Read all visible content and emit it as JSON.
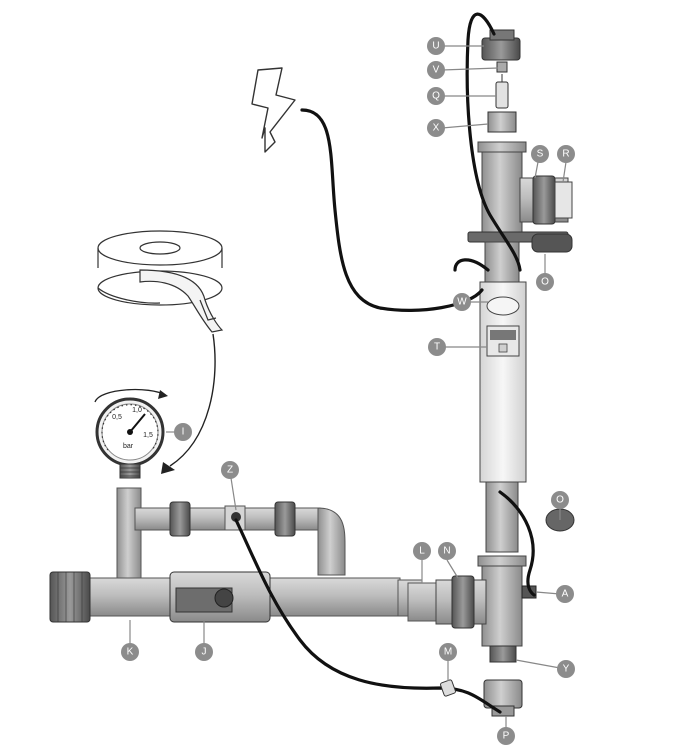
{
  "colors": {
    "callout": "#8c8c8c",
    "pipe": "#b9b9b9",
    "pipe_dark": "#7d7d7d",
    "cable": "#111111",
    "body_light": "#efefef"
  },
  "callouts": {
    "U": "U",
    "V": "V",
    "Q": "Q",
    "X": "X",
    "S": "S",
    "R": "R",
    "O_top": "O",
    "W": "W",
    "T": "T",
    "O_bottom": "O",
    "A": "A",
    "N": "N",
    "L": "L",
    "Y": "Y",
    "M": "M",
    "P": "P",
    "I": "I",
    "Z": "Z",
    "K": "K",
    "J": "J"
  },
  "gauge": {
    "unit": "bar",
    "ticks": [
      "0,5",
      "1,0",
      "1,5"
    ]
  },
  "icons": [
    "lightning-icon",
    "teflon-tape-icon",
    "pressure-gauge-icon"
  ]
}
